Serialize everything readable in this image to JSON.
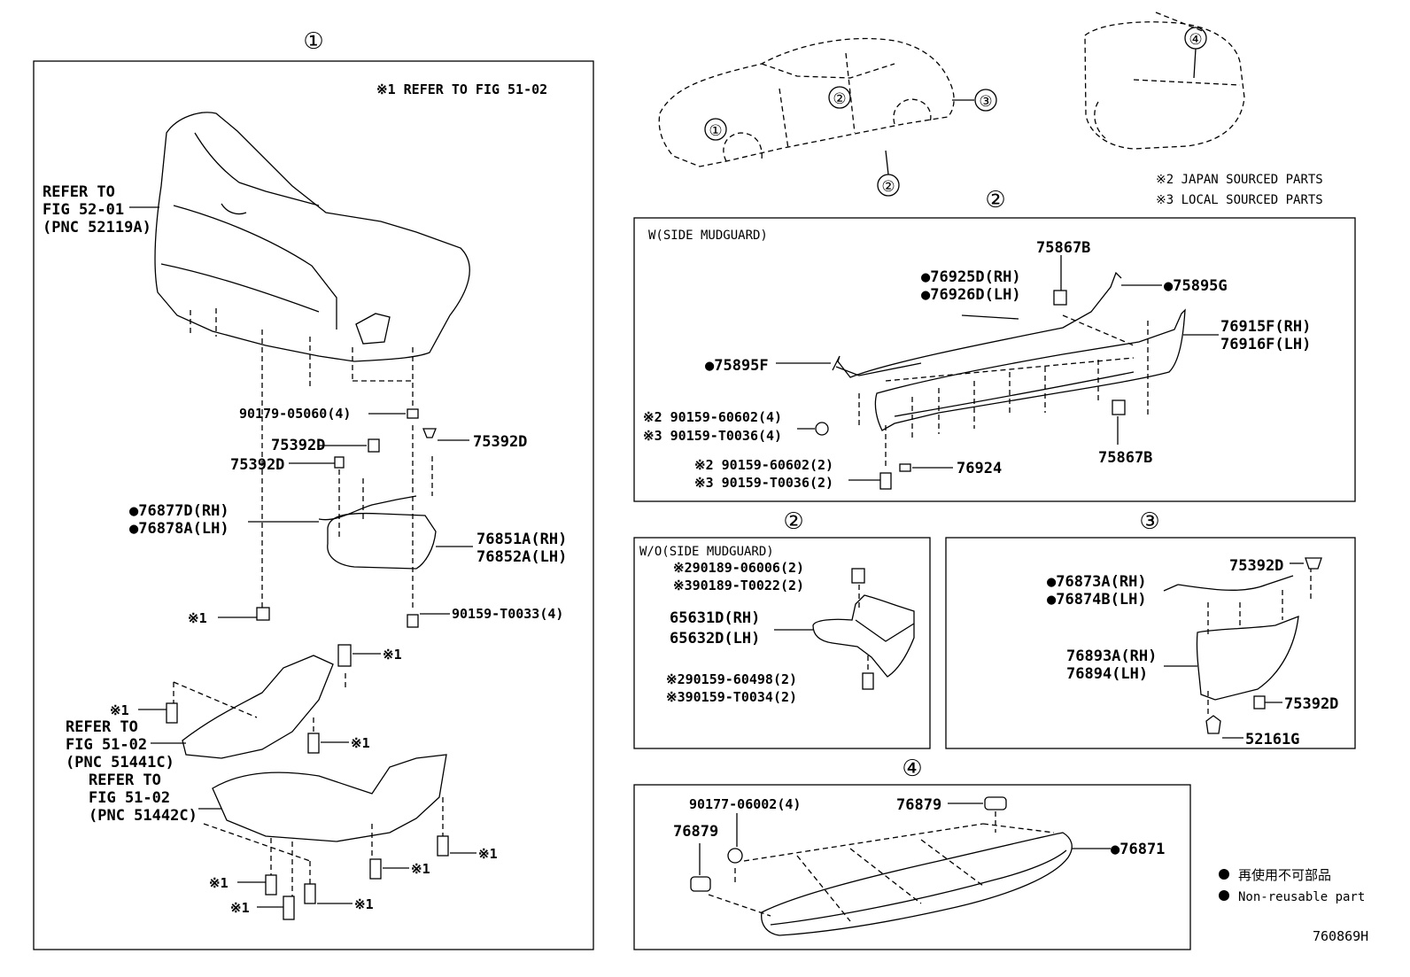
{
  "figure_id": "760869H",
  "sections": {
    "s1": "①",
    "s2_a": "②",
    "s2_b": "②",
    "s2_c": "②",
    "s3_a": "③",
    "s3_b": "③",
    "s4_a": "④",
    "s4_b": "④",
    "s1_car": "①"
  },
  "notes": {
    "n1": "※1 REFER TO FIG 51-02",
    "n2": "※2 JAPAN SOURCED PARTS",
    "n3": "※3 LOCAL SOURCED PARTS"
  },
  "legend": {
    "jp": "再使用不可部品",
    "en": "Non-reusable part"
  },
  "panel_titles": {
    "with_mudguard": "W(SIDE MUDGUARD)",
    "without_mudguard": "W/O(SIDE MUDGUARD)"
  },
  "p1": {
    "ref1_a": "REFER TO",
    "ref1_b": "FIG 52-01",
    "ref1_c": "(PNC 52119A)",
    "p90179": "90179-05060(4)",
    "p75392d_a": "75392D",
    "p75392d_b": "75392D",
    "p75392d_c": "75392D",
    "p76877d": "●76877D(RH)",
    "p76878a": "●76878A(LH)",
    "p76851a": "76851A(RH)",
    "p76852a": "76852A(LH)",
    "p90159t33": "90159-T0033(4)",
    "x1_a": "※1",
    "x1_b": "※1",
    "x1_c": "※1",
    "x1_d": "※1",
    "x1_e": "※1",
    "x1_f": "※1",
    "x1_g": "※1",
    "x1_h": "※1",
    "x1_i": "※1",
    "ref2_a": "REFER TO",
    "ref2_b": "FIG 51-02",
    "ref2_c": "(PNC 51441C)",
    "ref3_a": "REFER TO",
    "ref3_b": "FIG 51-02",
    "ref3_c": "(PNC 51442C)"
  },
  "p2": {
    "p75867b_a": "75867B",
    "p75867b_b": "75867B",
    "p76925d": "●76925D(RH)",
    "p76926d": "●76926D(LH)",
    "p75895g": "●75895G",
    "p76915f": "76915F(RH)",
    "p76916f": "76916F(LH)",
    "p75895f": "●75895F",
    "p90159_60602_4": "※2 90159-60602(4)",
    "p90159_t0036_4": "※3 90159-T0036(4)",
    "p90159_60602_2": "※2 90159-60602(2)",
    "p90159_t0036_2": "※3 90159-T0036(2)",
    "p76924": "76924"
  },
  "p2b": {
    "p90189_06006": "※290189-06006(2)",
    "p90189_t0022": "※390189-T0022(2)",
    "p65631d": "65631D(RH)",
    "p65632d": "65632D(LH)",
    "p90159_60498": "※290159-60498(2)",
    "p90159_t0034": "※390159-T0034(2)"
  },
  "p3": {
    "p75392d_a": "75392D",
    "p76873a": "●76873A(RH)",
    "p76874b": "●76874B(LH)",
    "p76893a": "76893A(RH)",
    "p76894": "76894(LH)",
    "p75392d_b": "75392D",
    "p52161g": "52161G"
  },
  "p4": {
    "p90177": "90177-06002(4)",
    "p76879_a": "76879",
    "p76879_b": "76879",
    "p76871": "●76871"
  }
}
